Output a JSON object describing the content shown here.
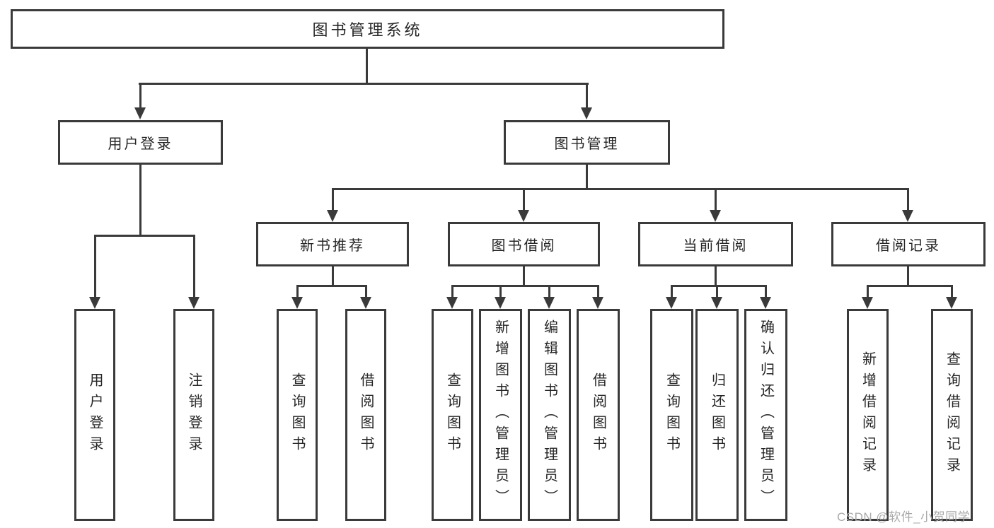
{
  "watermark": "CSDN @软件_小贺同学",
  "colors": {
    "line": "#3a3a3a",
    "text": "#262626",
    "box_background": "#ffffff",
    "page_background": "#ffffff",
    "watermark": "#a9a9a9"
  },
  "tree": {
    "root": {
      "label": "图书管理系统"
    },
    "branches": [
      {
        "label": "用户登录",
        "children": [
          {
            "label": "用户登录"
          },
          {
            "label": "注销登录"
          }
        ]
      },
      {
        "label": "图书管理",
        "children": [
          {
            "label": "新书推荐",
            "children": [
              {
                "label": "查询图书"
              },
              {
                "label": "借阅图书"
              }
            ]
          },
          {
            "label": "图书借阅",
            "children": [
              {
                "label": "查询图书"
              },
              {
                "label": "新增图书（管理员）"
              },
              {
                "label": "编辑图书（管理员）"
              },
              {
                "label": "借阅图书"
              }
            ]
          },
          {
            "label": "当前借阅",
            "children": [
              {
                "label": "查询图书"
              },
              {
                "label": "归还图书"
              },
              {
                "label": "确认归还（管理员）"
              }
            ]
          },
          {
            "label": "借阅记录",
            "children": [
              {
                "label": "新增借阅记录"
              },
              {
                "label": "查询借阅记录"
              }
            ]
          }
        ]
      }
    ]
  }
}
